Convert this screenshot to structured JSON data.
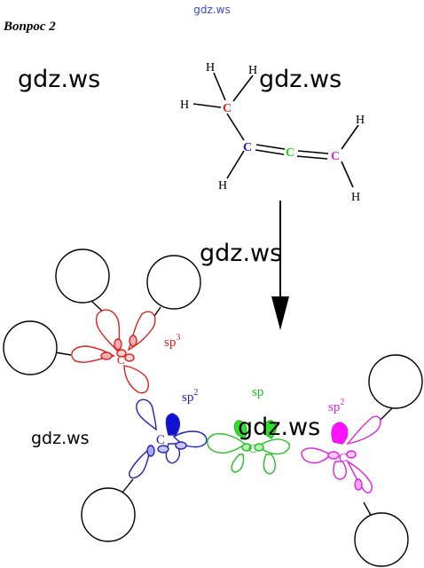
{
  "site_top": "gdz.ws",
  "question": "Вопрос 2",
  "watermarks": [
    "gdz.ws",
    "gdz.ws",
    "gdz.ws",
    "gdz.ws",
    "gdz.ws"
  ],
  "molecule": {
    "atoms": [
      {
        "symbol": "C",
        "color": "#e02020"
      },
      {
        "symbol": "C",
        "color": "#2020c0"
      },
      {
        "symbol": "C",
        "color": "#20d020"
      },
      {
        "symbol": "C",
        "color": "#e020e0"
      }
    ],
    "hydrogen": "H"
  },
  "orbital_labels": {
    "sp3": {
      "base": "sp",
      "sup": "3",
      "color": "#e02020"
    },
    "sp2_left": {
      "base": "sp",
      "sup": "2",
      "color": "#2020c0"
    },
    "sp": {
      "base": "sp",
      "sup": "",
      "color": "#20c020"
    },
    "sp2_right": {
      "base": "sp",
      "sup": "2",
      "color": "#e020e0"
    }
  },
  "orbital_atoms": {
    "red": "C",
    "blue": "C",
    "green": "C",
    "magenta": "C"
  }
}
